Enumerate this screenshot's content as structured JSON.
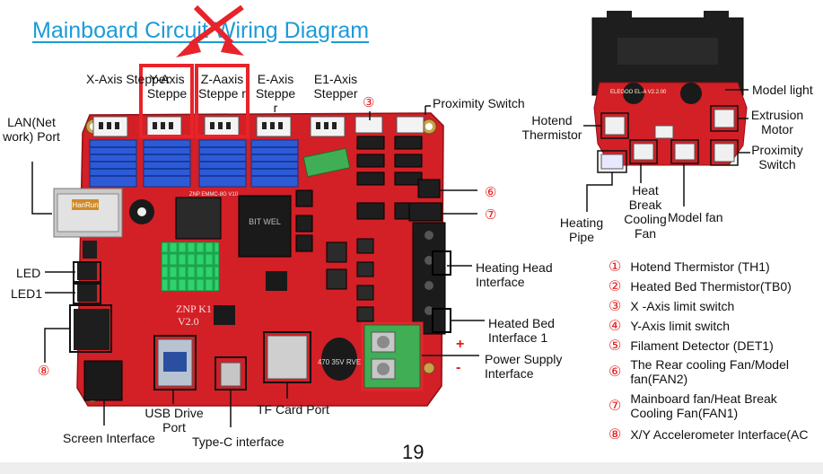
{
  "title": "Mainboard Circuit Wiring Diagram",
  "page_number": "19",
  "board": {
    "model_text": "ZNP K1",
    "version_text": "V2.0",
    "stepper_chip_text": "ZNP EMMC-8G V10",
    "chip_text": "BIT WEL",
    "lan_chip_text": "HanRun",
    "cap_text": "470 35V RVE"
  },
  "toolhead": {
    "board_text": "ELEGOO EL-A V2.2.00"
  },
  "labels": {
    "x_axis": "X-Axis Stepper",
    "y_axis": "Y-Axis Steppe",
    "z_axis": "Z-Aaxis Steppe r",
    "e_axis": "E-Axis Steppe r",
    "e1_axis": "E1-Axis Stepper",
    "proximity_switch": "Proximity Switch",
    "lan_port": "LAN(Net work) Port",
    "led": "LED",
    "led1": "LED1",
    "heating_head": "Heating Head Interface",
    "heated_bed": "Heated Bed Interface 1",
    "power_supply": "Power Supply Interface",
    "screen": "Screen Interface",
    "usb_drive": "USB Drive Port",
    "type_c": "Type-C interface",
    "tf_card": "TF Card Port",
    "model_light": "Model light",
    "hotend_thermistor": "Hotend Thermistor",
    "extrusion_motor": "Extrusion Motor",
    "proximity_switch_2": "Proximity Switch",
    "heat_break_fan": "Heat Break Cooling Fan",
    "heating_pipe": "Heating Pipe",
    "model_fan": "Model fan"
  },
  "markers": {
    "m3": "③",
    "m6": "⑥",
    "m7": "⑦",
    "m8": "⑧"
  },
  "polarity": {
    "plus": "+",
    "minus": "-"
  },
  "legend": [
    {
      "num": "①",
      "text": "Hotend Thermistor (TH1)"
    },
    {
      "num": "②",
      "text": "Heated Bed Thermistor(TB0)"
    },
    {
      "num": "③",
      "text": "X -Axis limit switch"
    },
    {
      "num": "④",
      "text": "Y-Axis limit switch"
    },
    {
      "num": "⑤",
      "text": "Filament Detector (DET1)"
    },
    {
      "num": "⑥",
      "text": "The Rear cooling Fan/Model fan(FAN2)"
    },
    {
      "num": "⑦",
      "text": "Mainboard fan/Heat Break Cooling Fan(FAN1)"
    },
    {
      "num": "⑧",
      "text": "X/Y Accelerometer Interface(AC"
    }
  ],
  "colors": {
    "title": "#1b9bd8",
    "board": "#d31f26",
    "highlight": "#e8232a",
    "heatsink_blue": "#2d5bd8",
    "heatsink_green": "#2fd36b",
    "terminal_green": "#3fae55"
  }
}
